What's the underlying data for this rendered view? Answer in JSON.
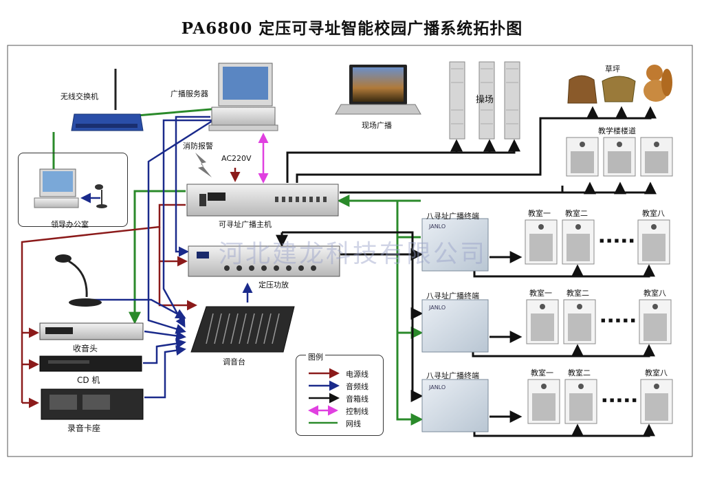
{
  "title": "PA6800 定压可寻址智能校园广播系统拓扑图",
  "watermark": "河北建龙科技有限公司",
  "labels": {
    "wireless_switch": "无线交换机",
    "broadcast_server": "广播服务器",
    "live_broadcast": "现场广播",
    "playground": "操场",
    "lawn": "草坪",
    "teaching_corridor": "教学楼楼道",
    "fire_alarm": "消防报警",
    "ac_power": "AC220V",
    "leader_office": "领导办公室",
    "host": "可寻址广播主机",
    "amplifier": "定压功放",
    "mixer": "调音台",
    "tuner": "收音头",
    "cd_player": "CD 机",
    "cassette_deck": "录音卡座",
    "terminal": "八寻址广播终端",
    "classroom_1": "教室一",
    "classroom_2": "教室二",
    "classroom_8": "教室八",
    "dots": "■ ■ ■ ■ ■",
    "brand": "JANLO"
  },
  "legend": {
    "title": "图例",
    "items": [
      {
        "label": "电源线",
        "color": "#8b1a1a"
      },
      {
        "label": "音频线",
        "color": "#1a2a8b"
      },
      {
        "label": "音箱线",
        "color": "#111111"
      },
      {
        "label": "控制线",
        "color": "#e040e0"
      },
      {
        "label": "网线",
        "color": "#2a8a2a"
      }
    ]
  },
  "colors": {
    "power": "#8b1a1a",
    "audio": "#1a2a8b",
    "speaker": "#111111",
    "control": "#e040e0",
    "network": "#2a8a2a"
  }
}
